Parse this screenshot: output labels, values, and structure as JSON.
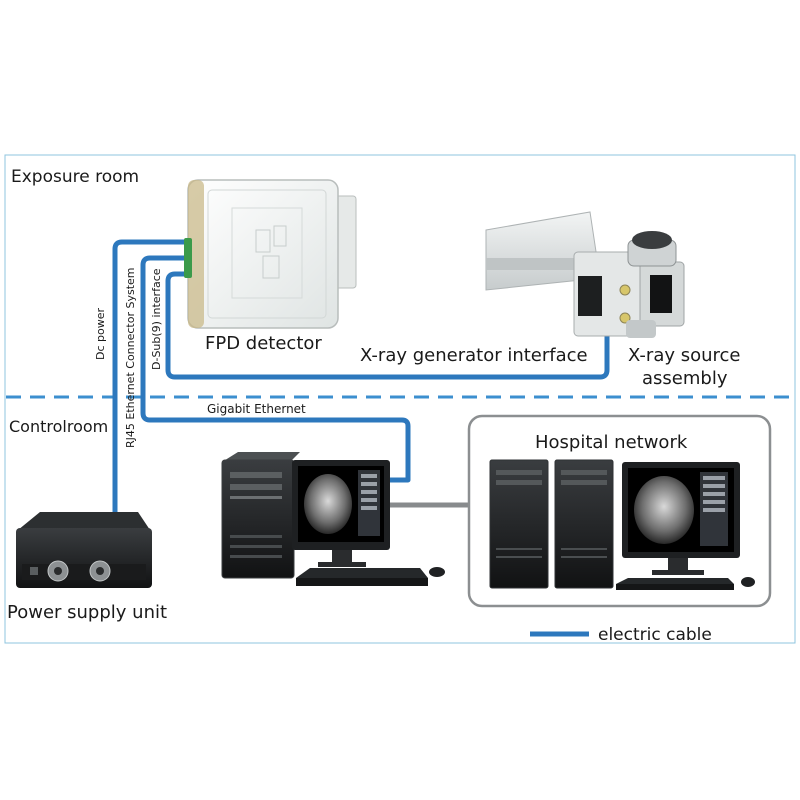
{
  "rooms": {
    "exposure": "Exposure room",
    "control": "Controlroom"
  },
  "devices": {
    "fpd": "FPD detector",
    "generator_interface": "X-ray generator interface",
    "source_line1": "X-ray source",
    "source_line2": "assembly",
    "power_supply": "Power supply unit",
    "hospital_network": "Hospital network"
  },
  "cables": {
    "dc_power": "Dc power",
    "rj45": "RJ45 Ethernet Connector System",
    "dsub": "D-Sub(9) interface",
    "gigabit": "Gigabit Ethernet"
  },
  "legend": {
    "label": "electric cable"
  },
  "colors": {
    "cable": "#2d78bd",
    "divider": "#3c8fcf",
    "frame": "#8fc4df"
  }
}
